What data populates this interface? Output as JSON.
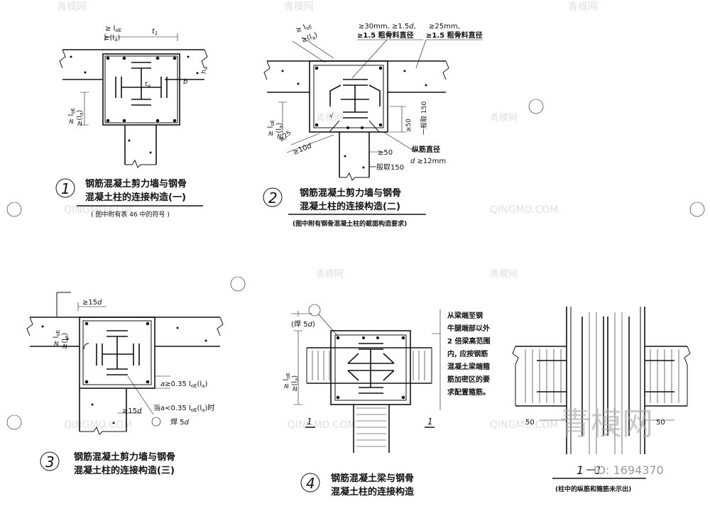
{
  "details": [
    {
      "number": "1",
      "title_line1": "钢筋混凝土剪力墙与钢骨",
      "title_line2": "混凝土柱的连接构造(一)",
      "note": "( 图中附有表 46 中的符号 )",
      "dims": {
        "top_a": "≥ l",
        "top_a_sub": "oE",
        "top_b": "≥(l",
        "top_b_sub": "a",
        "t1": "t",
        "t1_sub": "1",
        "tw": "t",
        "tw_sub": "w",
        "hw": "h",
        "hw_sub": "w",
        "b": "b",
        "left_a": "≥ l",
        "left_a_sub": "oE",
        "left_b": "≥(l",
        "left_b_sub": "a"
      }
    },
    {
      "number": "2",
      "title_line1": "钢筋混凝土剪力墙与钢骨",
      "title_line2": "混凝土柱的连接构造(二)",
      "note": "(图中附有钢骨混凝土柱的截面构造要求)",
      "dims": {
        "top_a": "≥ l",
        "top_a_sub": "oE",
        "top_b": "≥(l",
        "top_b_sub": "a",
        "n1_l1": "≥30mm, ≥1.5",
        "n1_d": "d",
        "n1_l2": "≥1.5 粗骨料直径",
        "n2_l1": "≥25mm,",
        "n2_l2": "≥1.5 粗骨料直径",
        "left_a": "≥ l",
        "left_a_sub": "oE",
        "left_b": "≥(l",
        "left_b_sub": "a",
        "d25": "≥25",
        "d10": "≥10",
        "d10_sub": "d",
        "ge50a": "≥50",
        "ge50b": "≥50",
        "side_150": "一般取 150",
        "bot_150": "一般取150",
        "rebar_label": "纵筋直径",
        "rebar_value": "≥12mm",
        "rebar_d": "d"
      }
    },
    {
      "number": "3",
      "title_line1": "钢筋混凝土剪力墙与钢骨",
      "title_line2": "混凝土柱的连接构造(三)",
      "dims": {
        "top_15d": "≥15",
        "top_15d_sub": "d",
        "left_a": "≥ l",
        "left_a_sub": "oE",
        "left_b": "≥(l",
        "left_b_sub": "a",
        "a_035": "≥0.35 l",
        "a_035_sub": "oE",
        "a_035_tail": "(l",
        "a_035_tail_sub": "a",
        "a_var": "a",
        "bot_15d": "≥15",
        "bot_15d_sub": "d",
        "when_line": "当a<0.35 l",
        "when_sub": "oE",
        "when_tail": "(l",
        "when_tail_sub": "a",
        "when_end": ")时",
        "weld": "焊 5",
        "weld_d": "d"
      }
    },
    {
      "number": "4",
      "title_line1": "钢筋混凝土梁与钢骨",
      "title_line2": "混凝土柱的连接构造",
      "dims": {
        "weld": "(焊 5",
        "weld_d": "d",
        "weld_end": ")",
        "left_a": "≥ l",
        "left_a_sub": "oE",
        "left_b": "≥(l",
        "left_b_sub": "a",
        "cut_left": "1",
        "cut_right": "1"
      },
      "callout": [
        "从梁端至钢",
        "牛腿端部以外",
        "2 倍梁高范围",
        "内, 应按钢筋",
        "混凝土梁端箍",
        "筋加密区的要",
        "求配置箍筋。"
      ]
    },
    {
      "number": "",
      "title_line1": "1－1",
      "note": "(柱中的纵筋和箍筋未示出)",
      "dims": {
        "left_50": "50",
        "right_50": "50"
      }
    }
  ],
  "watermark": {
    "brand_latin": "QINGMO.COM",
    "brand_cn": "青模网",
    "big_cn": "青模网",
    "id": "ID: 1694370"
  }
}
